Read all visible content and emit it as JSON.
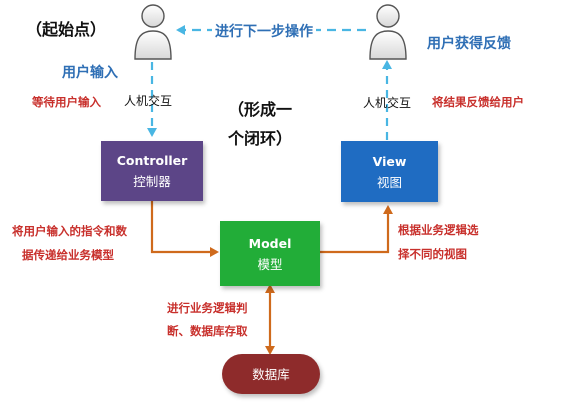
{
  "colors": {
    "controller": "#5c4587",
    "view": "#1f6cc2",
    "model": "#22ad38",
    "database": "#8e2b2b",
    "dashed_arrow": "#49b6e3",
    "solid_arrow": "#cf6a1c",
    "red_text": "#c8302c",
    "blue_text": "#2f6fb5"
  },
  "labels": {
    "start_point": "（起始点）",
    "next_step": "进行下一步操作",
    "user_input": "用户输入",
    "user_feedback": "用户获得反馈",
    "wait_input": "等待用户输入",
    "hci_left": "人机交互",
    "hci_right": "人机交互",
    "return_to_user": "将结果反馈给用户",
    "closed_loop_1": "（形成一",
    "closed_loop_2": "个闭环）",
    "pass_data_1": "将用户输入的指令和数",
    "pass_data_2": "据传递给业务模型",
    "select_view_1": "根据业务逻辑选",
    "select_view_2": "择不同的视图",
    "db_logic_1": "进行业务逻辑判",
    "db_logic_2": "断、数据库存取"
  },
  "boxes": {
    "controller": {
      "title": "Controller",
      "subtitle": "控制器"
    },
    "view": {
      "title": "View",
      "subtitle": "视图"
    },
    "model": {
      "title": "Model",
      "subtitle": "模型"
    },
    "database": {
      "title": "数据库"
    }
  },
  "icons": {
    "left_user": "user-icon",
    "right_user": "user-icon"
  }
}
